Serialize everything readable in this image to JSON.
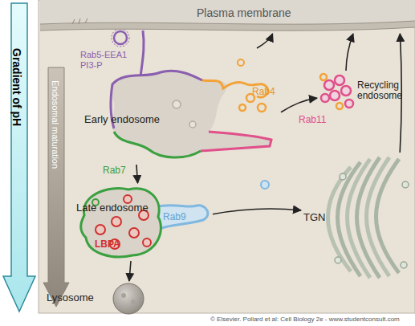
{
  "diagram": {
    "nodes": [
      {
        "text": [
          "Plasma membrane"
        ]
      },
      {
        "text": [
          "Early endosome"
        ]
      },
      {
        "text": [
          "Recycling endosome"
        ]
      },
      {
        "text": [
          "Late endosome"
        ]
      },
      {
        "text": [
          "TGN"
        ]
      },
      {
        "text": [
          "Lysosome"
        ]
      }
    ],
    "edges": [
      {
        "from": 1,
        "to": 0,
        "arrow": "to"
      },
      {
        "from": 1,
        "to": 2,
        "arrow": "to"
      },
      {
        "from": 2,
        "to": 0,
        "arrow": "to"
      },
      {
        "from": 1,
        "to": 3,
        "arrow": "to"
      },
      {
        "from": 3,
        "to": 4,
        "arrow": "to"
      },
      {
        "from": 3,
        "to": 5,
        "arrow": "to"
      },
      {
        "from": 4,
        "to": 0,
        "arrow": "to"
      }
    ],
    "labels": [
      "Gradient of pH",
      "Rab5-EEA1",
      "PI3-P",
      "Rab4",
      "Rab11",
      "Rab7",
      "Rab9",
      "LBPA",
      "Endosomal maturation",
      "© Elsevier. Pollard et al: Cell Biology 2e - www.studentconsult.com"
    ]
  }
}
